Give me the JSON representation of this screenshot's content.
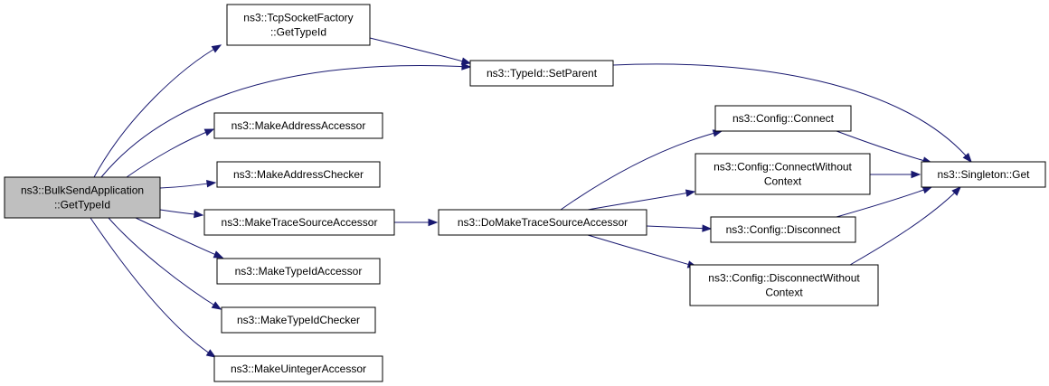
{
  "diagram": {
    "nodes": [
      {
        "id": "root",
        "lines": [
          "ns3::BulkSendApplication",
          "::GetTypeId"
        ],
        "root": true
      },
      {
        "id": "tcp",
        "lines": [
          "ns3::TcpSocketFactory",
          "::GetTypeId"
        ]
      },
      {
        "id": "setparent",
        "lines": [
          "ns3::TypeId::SetParent"
        ]
      },
      {
        "id": "addracc",
        "lines": [
          "ns3::MakeAddressAccessor"
        ]
      },
      {
        "id": "addrchk",
        "lines": [
          "ns3::MakeAddressChecker"
        ]
      },
      {
        "id": "tracesrc",
        "lines": [
          "ns3::MakeTraceSourceAccessor"
        ]
      },
      {
        "id": "domake",
        "lines": [
          "ns3::DoMakeTraceSourceAccessor"
        ]
      },
      {
        "id": "typeidacc",
        "lines": [
          "ns3::MakeTypeIdAccessor"
        ]
      },
      {
        "id": "typeidchk",
        "lines": [
          "ns3::MakeTypeIdChecker"
        ]
      },
      {
        "id": "uintacc",
        "lines": [
          "ns3::MakeUintegerAccessor"
        ]
      },
      {
        "id": "connect",
        "lines": [
          "ns3::Config::Connect"
        ]
      },
      {
        "id": "connectwc",
        "lines": [
          "ns3::Config::ConnectWithout",
          "Context"
        ]
      },
      {
        "id": "disconnect",
        "lines": [
          "ns3::Config::Disconnect"
        ]
      },
      {
        "id": "disconnectwc",
        "lines": [
          "ns3::Config::DisconnectWithout",
          "Context"
        ]
      },
      {
        "id": "singleton",
        "lines": [
          "ns3::Singleton::Get"
        ]
      }
    ],
    "edges": [
      {
        "from": "root",
        "to": "tcp"
      },
      {
        "from": "root",
        "to": "setparent"
      },
      {
        "from": "root",
        "to": "addracc"
      },
      {
        "from": "root",
        "to": "addrchk"
      },
      {
        "from": "root",
        "to": "tracesrc"
      },
      {
        "from": "root",
        "to": "typeidacc"
      },
      {
        "from": "root",
        "to": "typeidchk"
      },
      {
        "from": "root",
        "to": "uintacc"
      },
      {
        "from": "tcp",
        "to": "setparent"
      },
      {
        "from": "setparent",
        "to": "singleton"
      },
      {
        "from": "tracesrc",
        "to": "domake"
      },
      {
        "from": "domake",
        "to": "connect"
      },
      {
        "from": "domake",
        "to": "connectwc"
      },
      {
        "from": "domake",
        "to": "disconnect"
      },
      {
        "from": "domake",
        "to": "disconnectwc"
      },
      {
        "from": "connect",
        "to": "singleton"
      },
      {
        "from": "connectwc",
        "to": "singleton"
      },
      {
        "from": "disconnect",
        "to": "singleton"
      },
      {
        "from": "disconnectwc",
        "to": "singleton"
      }
    ],
    "colors": {
      "edge": "#191970",
      "root_fill": "#bfbfbf",
      "node_fill": "#ffffff",
      "node_border": "#000000"
    }
  }
}
